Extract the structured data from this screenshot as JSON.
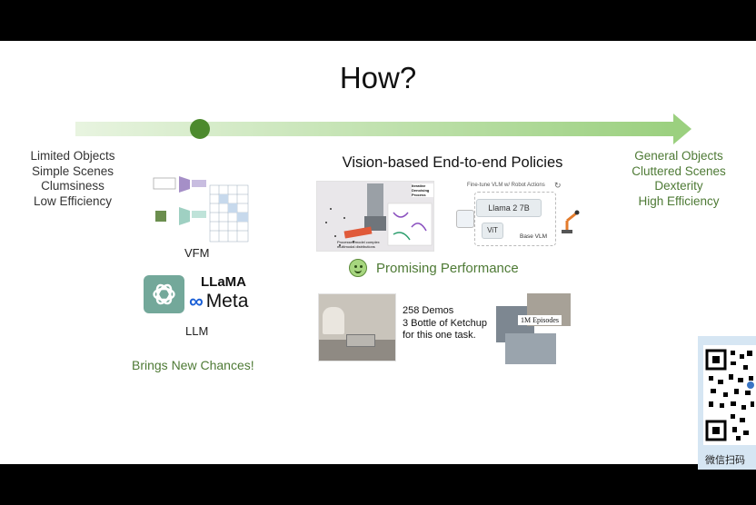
{
  "slide": {
    "title": "How?",
    "left_list": [
      "Limited Objects",
      "Simple Scenes",
      "Clumsiness",
      "Low Efficiency"
    ],
    "right_list": [
      "General Objects",
      "Cluttered Scenes",
      "Dexterity",
      "High Efficiency"
    ],
    "vfm_label": "VFM",
    "llama_label": "LLaMA",
    "meta_label": "Meta",
    "llm_label": "LLM",
    "brings": "Brings New Chances!",
    "subhead": "Vision-based End-to-end Policies",
    "promising": "Promising Performance",
    "demos": [
      "258 Demos",
      "3 Bottle of Ketchup",
      "for this one task."
    ],
    "fig_labels": {
      "diffusion_title": "Iterative Denoising Process",
      "diffusion_caption": "Processes/model complex multimodal distributions",
      "finetune": "Fine-tune VLM w/ Robot Actions",
      "llama2": "Llama 2 7B",
      "vit": "ViT",
      "base_vlm": "Base VLM",
      "episodes": "1M Episodes"
    },
    "qr_caption": "微信扫码"
  },
  "colors": {
    "green_text": "#4e7a35",
    "arrow_green": "#b5dca0",
    "dot": "#4c8a2d",
    "openai": "#73a89a"
  }
}
